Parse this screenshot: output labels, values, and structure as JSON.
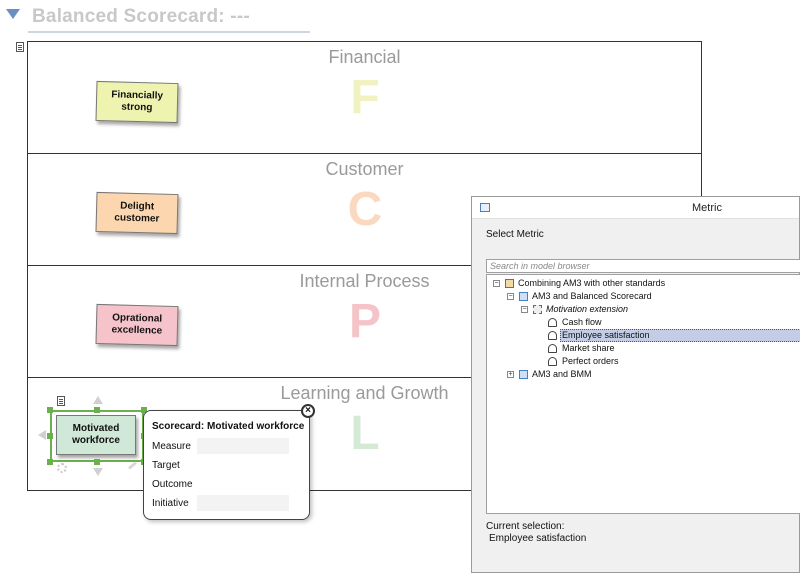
{
  "header": {
    "title": "Balanced Scorecard: ---"
  },
  "sections": [
    {
      "title": "Financial",
      "letter": "F",
      "color": "#f3f5c8",
      "sticky": "Financially strong",
      "sticky_color": "#eef3b0"
    },
    {
      "title": "Customer",
      "letter": "C",
      "color": "#fbdcc4",
      "sticky": "Delight customer",
      "sticky_color": "#fbd8b0"
    },
    {
      "title": "Internal Process",
      "letter": "P",
      "color": "#f6c8cc",
      "sticky": "Oprational excellence",
      "sticky_color": "#f5c3c9"
    },
    {
      "title": "Learning and Growth",
      "letter": "L",
      "color": "#d8ecd8",
      "sticky": "Motivated workforce",
      "sticky_color": "#cfe8d8"
    }
  ],
  "popup": {
    "title": "Scorecard: Motivated workforce",
    "rows": [
      "Measure",
      "Target",
      "Outcome",
      "Initiative"
    ]
  },
  "dialog": {
    "title": "Metric",
    "select_label": "Select Metric",
    "search_placeholder": "Search in model browser",
    "tree": [
      {
        "label": "Combining AM3 with other standards",
        "icon": "package-icon"
      },
      {
        "label": "AM3 and Balanced Scorecard",
        "icon": "package-icon"
      },
      {
        "label": "Motivation extension",
        "icon": "motivation-icon"
      },
      {
        "label": "Cash flow",
        "icon": "gauge-icon"
      },
      {
        "label": "Employee satisfaction",
        "icon": "gauge-icon",
        "selected": true
      },
      {
        "label": "Market share",
        "icon": "gauge-icon"
      },
      {
        "label": "Perfect orders",
        "icon": "gauge-icon"
      },
      {
        "label": "AM3 and BMM",
        "icon": "package-icon"
      }
    ],
    "current_selection_label": "Current selection:",
    "current_selection_value": "Employee satisfaction"
  },
  "colors": {
    "accent": "#6ab04c",
    "selection": "#c3cde6"
  }
}
